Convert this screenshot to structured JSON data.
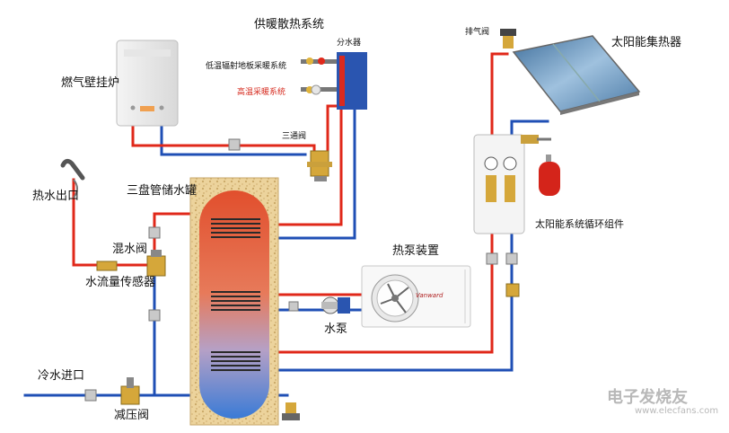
{
  "labels": {
    "heating_system": "供暖散热系统",
    "manifold": "分水器",
    "gas_boiler": "燃气壁挂炉",
    "floor_heating": "低温辐射地板采暖系统",
    "radiator_heating": "高温采暖系统",
    "three_way_valve": "三通阀",
    "exhaust_valve": "排气阀",
    "solar_collector": "太阳能集热器",
    "solar_module": "太阳能系统循环组件",
    "hot_water_outlet": "热水出口",
    "tank": "三盘管储水罐",
    "mixing_valve": "混水阀",
    "flow_sensor": "水流量传感器",
    "heat_pump": "热泵装置",
    "pump": "水泵",
    "cold_water_inlet": "冷水进口",
    "pressure_valve": "减压阀"
  },
  "brand": {
    "heat_pump_logo": "Vanward"
  },
  "watermark": {
    "text": "电子发烧友",
    "url": "www.elecfans.com"
  },
  "colors": {
    "hot_pipe": "#e0281a",
    "cold_pipe": "#1f4fb5",
    "tank_top": "#e35a34",
    "tank_bottom": "#3f7fd6",
    "insulation": "#e9cf96",
    "label_red": "#d62a1e"
  }
}
